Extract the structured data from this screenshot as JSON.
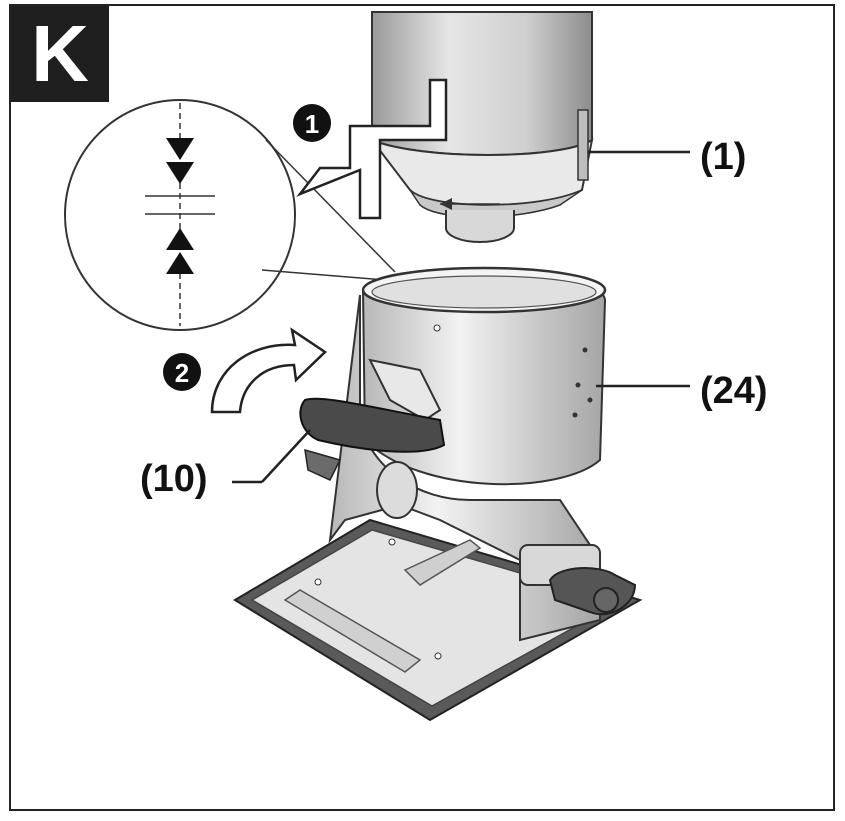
{
  "figure": {
    "panel_letter": "K",
    "steps": [
      "1",
      "2"
    ],
    "callouts": {
      "part_1": "(1)",
      "part_24": "(24)",
      "part_10": "(10)"
    }
  }
}
